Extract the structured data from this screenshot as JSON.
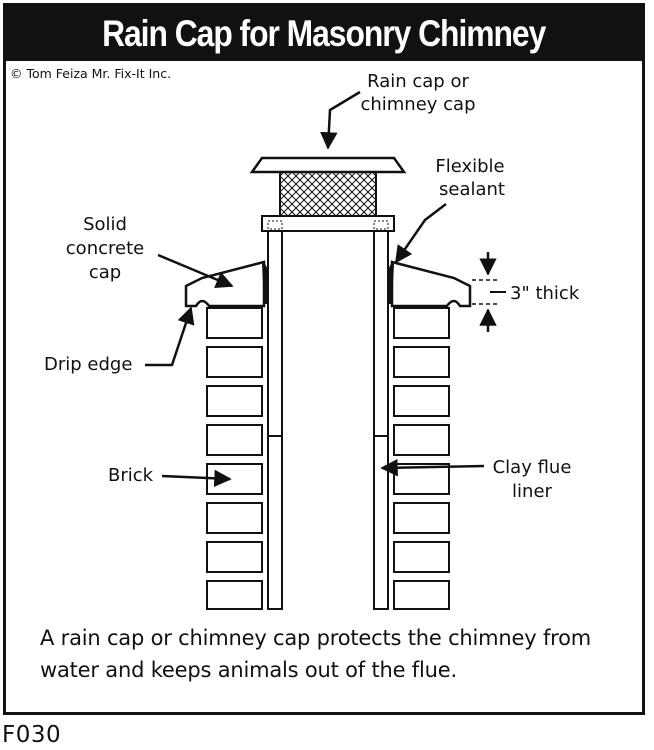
{
  "title": "Rain Cap for Masonry Chimney",
  "credit": "© Tom Feiza Mr. Fix-It Inc.",
  "labels": {
    "rain_cap_line1": "Rain cap or",
    "rain_cap_line2": "chimney cap",
    "sealant_line1": "Flexible",
    "sealant_line2": "sealant",
    "concrete_line1": "Solid",
    "concrete_line2": "concrete",
    "concrete_line3": "cap",
    "thickness": "3\" thick",
    "drip_edge": "Drip edge",
    "brick": "Brick",
    "flue_line1": "Clay flue",
    "flue_line2": "liner"
  },
  "caption": "A rain cap or chimney cap protects the chimney from water and keeps animals out of the flue.",
  "figure_code": "F030"
}
